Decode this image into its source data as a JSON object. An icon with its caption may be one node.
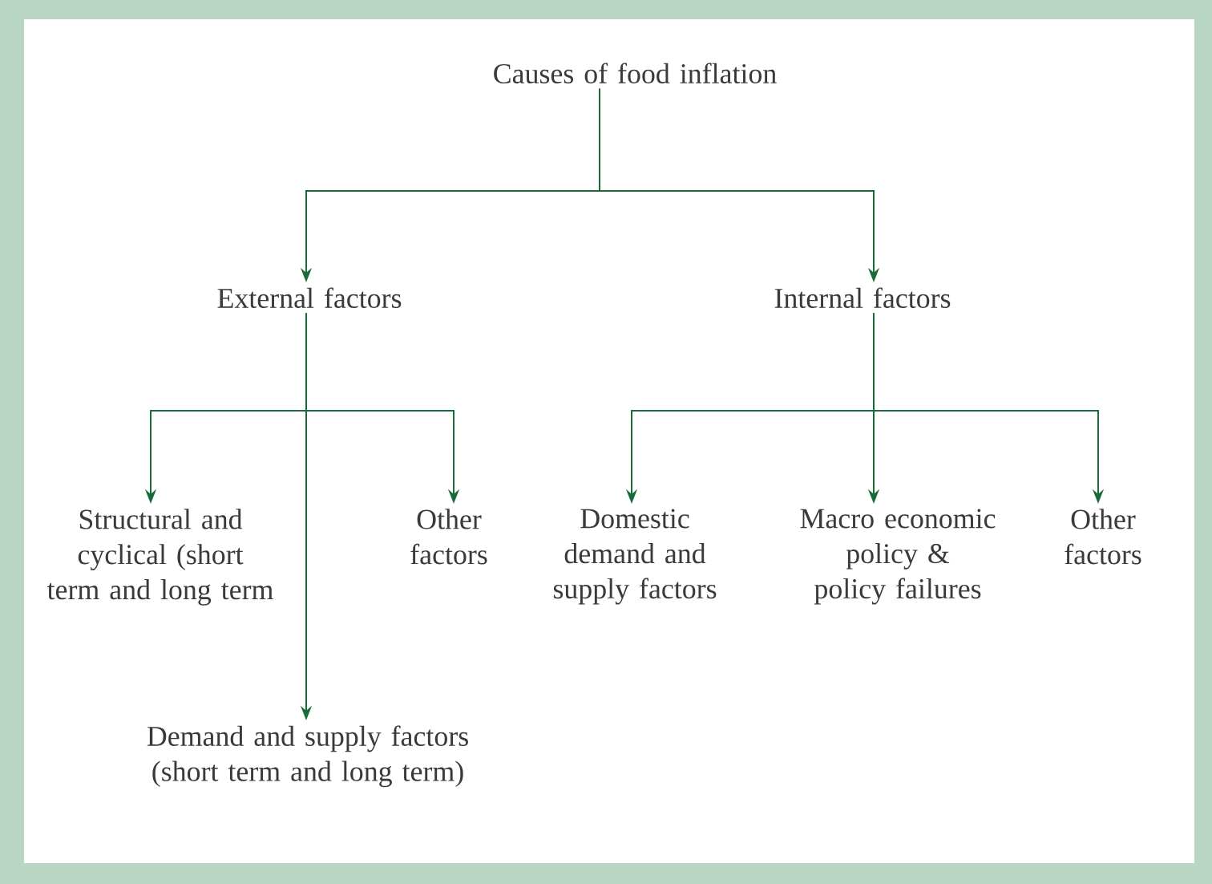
{
  "diagram": {
    "nodes": [
      {
        "text": [
          "Causes of food inflation"
        ]
      },
      {
        "text": [
          "External factors"
        ]
      },
      {
        "text": [
          "Internal factors"
        ]
      },
      {
        "text": [
          "Structural and cyclical (short term and long term"
        ]
      },
      {
        "text": [
          "Other factors"
        ]
      },
      {
        "text": [
          "Demand and supply factors (short term and long term)"
        ]
      },
      {
        "text": [
          "Domestic demand and supply factors"
        ]
      },
      {
        "text": [
          "Macro economic policy & policy failures"
        ]
      },
      {
        "text": [
          "Other factors"
        ]
      }
    ],
    "edges": [
      {
        "from": 0,
        "to": 1,
        "arrow": "to"
      },
      {
        "from": 0,
        "to": 2,
        "arrow": "to"
      },
      {
        "from": 1,
        "to": 3,
        "arrow": "to"
      },
      {
        "from": 1,
        "to": 5,
        "arrow": "to"
      },
      {
        "from": 1,
        "to": 4,
        "arrow": "to"
      },
      {
        "from": 2,
        "to": 6,
        "arrow": "to"
      },
      {
        "from": 2,
        "to": 7,
        "arrow": "to"
      },
      {
        "from": 2,
        "to": 8,
        "arrow": "to"
      }
    ]
  }
}
